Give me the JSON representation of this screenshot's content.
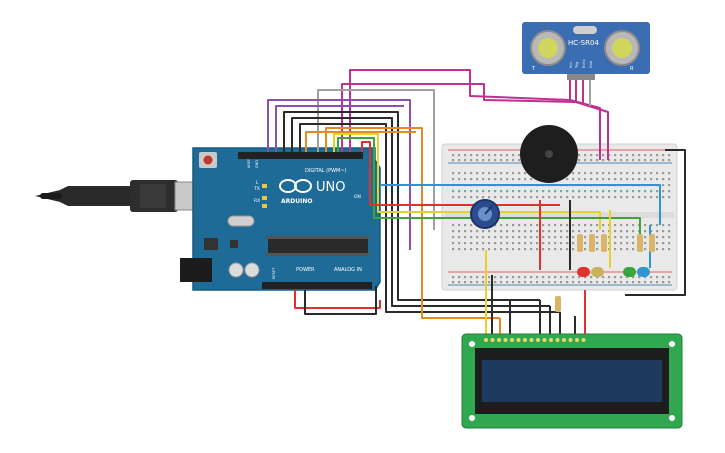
{
  "sensor": {
    "model_label": "HC-SR04",
    "pin_labels": [
      "Vcc",
      "Trig",
      "Echo",
      "Gnd"
    ],
    "corner_left": "T",
    "corner_right": "R"
  },
  "arduino": {
    "brand": "ARDUINO",
    "model": "UNO",
    "digital_header_label": "DIGITAL (PWM~)",
    "power_label": "POWER",
    "analog_label": "ANALOG IN",
    "tx_label": "TX",
    "rx_label": "RX",
    "l_label": "L",
    "on_label": "ON",
    "reset_label": "RESET",
    "aref_label": "AREF",
    "gnd_label": "GND"
  },
  "colors": {
    "pcb": "#1f6b97",
    "breadboard": "#e9e9e9",
    "lcd_board": "#2fa84f",
    "lcd_screen": "#1f3a5f",
    "sensor_board": "#3b6db3",
    "wire_red": "#e03030",
    "wire_black": "#2a2a2a",
    "wire_magenta": "#c0308f",
    "wire_orange": "#e58a1f",
    "wire_yellow": "#e4d32a",
    "wire_green": "#3aa63a",
    "wire_blue": "#2f95cf",
    "wire_purple": "#8b4fb2",
    "wire_gray": "#a0a0a0"
  },
  "components": {
    "buzzer": "buzzer",
    "potentiometer": "potentiometer",
    "leds": [
      "red",
      "yellow",
      "green",
      "blue"
    ],
    "usb_cable": "usb-b-cable"
  }
}
